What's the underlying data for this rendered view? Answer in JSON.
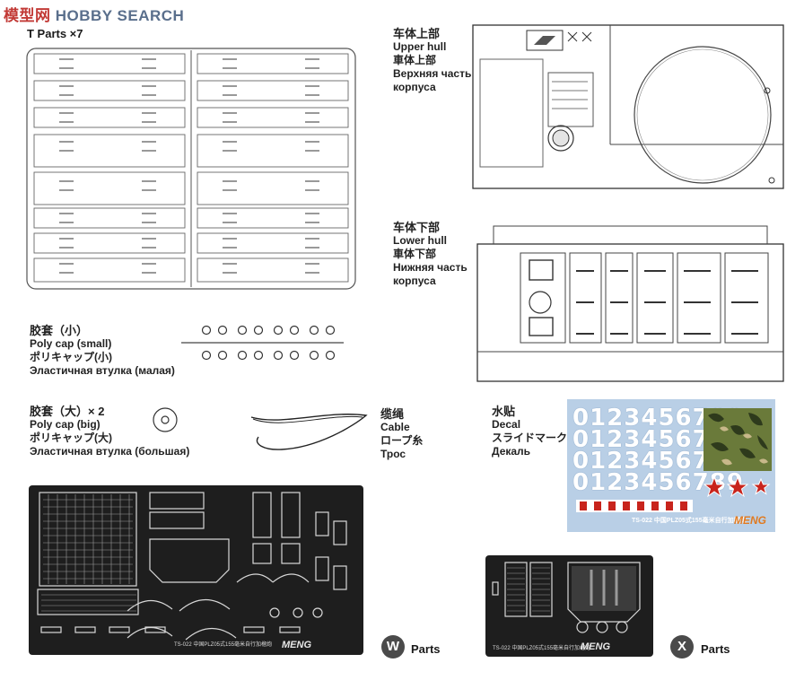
{
  "watermark": {
    "part1": "模型网",
    "part2": "HOBBY SEARCH"
  },
  "sprue_t": {
    "title": "T Parts ×7"
  },
  "upper_hull": {
    "zh": "车体上部",
    "en": "Upper hull",
    "ja": "車体上部",
    "ru1": "Верхняя часть",
    "ru2": "корпуса"
  },
  "lower_hull": {
    "zh": "车体下部",
    "en": "Lower hull",
    "ja": "車体下部",
    "ru1": "Нижняя часть",
    "ru2": "корпуса"
  },
  "poly_cap_small": {
    "zh": "胶套（小）",
    "en": "Poly cap (small)",
    "ja": "ポリキャップ(小)",
    "ru": "Эластичная втулка (малая)"
  },
  "poly_cap_big": {
    "zh": "胶套（大）× 2",
    "en": "Poly cap (big)",
    "ja": "ポリキャップ(大)",
    "ru": "Эластичная втулка (большая)"
  },
  "cable": {
    "zh": "缆绳",
    "en": "Cable",
    "ja": "ロープ糸",
    "ru": "Трос"
  },
  "decal": {
    "zh": "水贴",
    "en": "Decal",
    "ja": "スライドマーク",
    "ru": "Декаль",
    "digit_rows": [
      "0123456789",
      "0123456789",
      "0123456789",
      "0123456789"
    ],
    "code": "TS-022 中国PLZ05式155毫米自行加榴炮",
    "brand": "MENG"
  },
  "pe_w": {
    "letter": "W",
    "label": "Parts",
    "code": "TS-022 中国PLZ05式155毫米自行加榴炮",
    "brand": "MENG"
  },
  "pe_x": {
    "letter": "X",
    "label": "Parts",
    "code": "TS-022 中国PLZ05式155毫米自行加榴炮",
    "brand": "MENG"
  },
  "colors": {
    "pe_sheet": "#1e1e1e",
    "decal_bg": "#b9cfe6",
    "badge": "#4a4a4a",
    "star": "#c8241c",
    "brand_orange": "#e07a20"
  }
}
